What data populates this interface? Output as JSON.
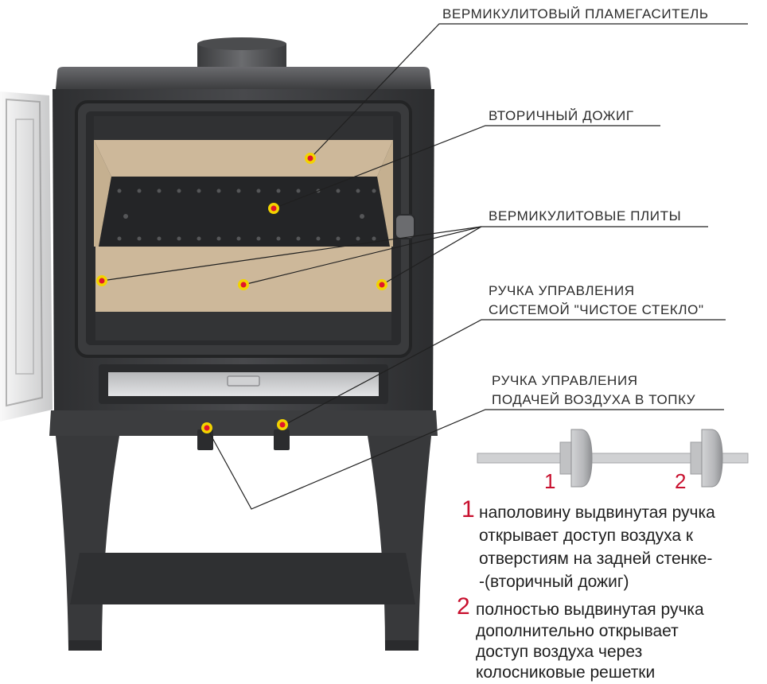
{
  "callouts": [
    {
      "id": "flame-baffle",
      "text": "ВЕРМИКУЛИТОВЫЙ ПЛАМЕГАСИТЕЛЬ"
    },
    {
      "id": "secondary-burn",
      "text": "ВТОРИЧНЫЙ ДОЖИГ"
    },
    {
      "id": "vermiculite-plates",
      "text": "ВЕРМИКУЛИТОВЫЕ ПЛИТЫ"
    },
    {
      "id": "clean-glass-handle",
      "lines": [
        "РУЧКА УПРАВЛЕНИЯ",
        "СИСТЕМОЙ \"ЧИСТОЕ СТЕКЛО\""
      ]
    },
    {
      "id": "air-supply-handle",
      "lines": [
        "РУЧКА УПРАВЛЕНИЯ",
        "ПОДАЧЕЙ ВОЗДУХА В ТОПКУ"
      ]
    }
  ],
  "handle_positions": [
    {
      "number": "1"
    },
    {
      "number": "2"
    }
  ],
  "notes": [
    {
      "number": "1",
      "lines": [
        "наполовину выдвинутая ручка",
        "открывает доступ воздуха к",
        "отверстиям на задней стенке-",
        "-(вторичный дожиг)"
      ]
    },
    {
      "number": "2",
      "lines": [
        "полностью выдвинутая ручка",
        "дополнительно открывает",
        "доступ воздуха через",
        "колосниковые решетки"
      ]
    }
  ],
  "colors": {
    "marker": "#f2d300",
    "marker_core": "#e2152b",
    "accent": "#c8102e",
    "stove": "#3b3c3e",
    "vermiculite": "#cdb89a"
  }
}
